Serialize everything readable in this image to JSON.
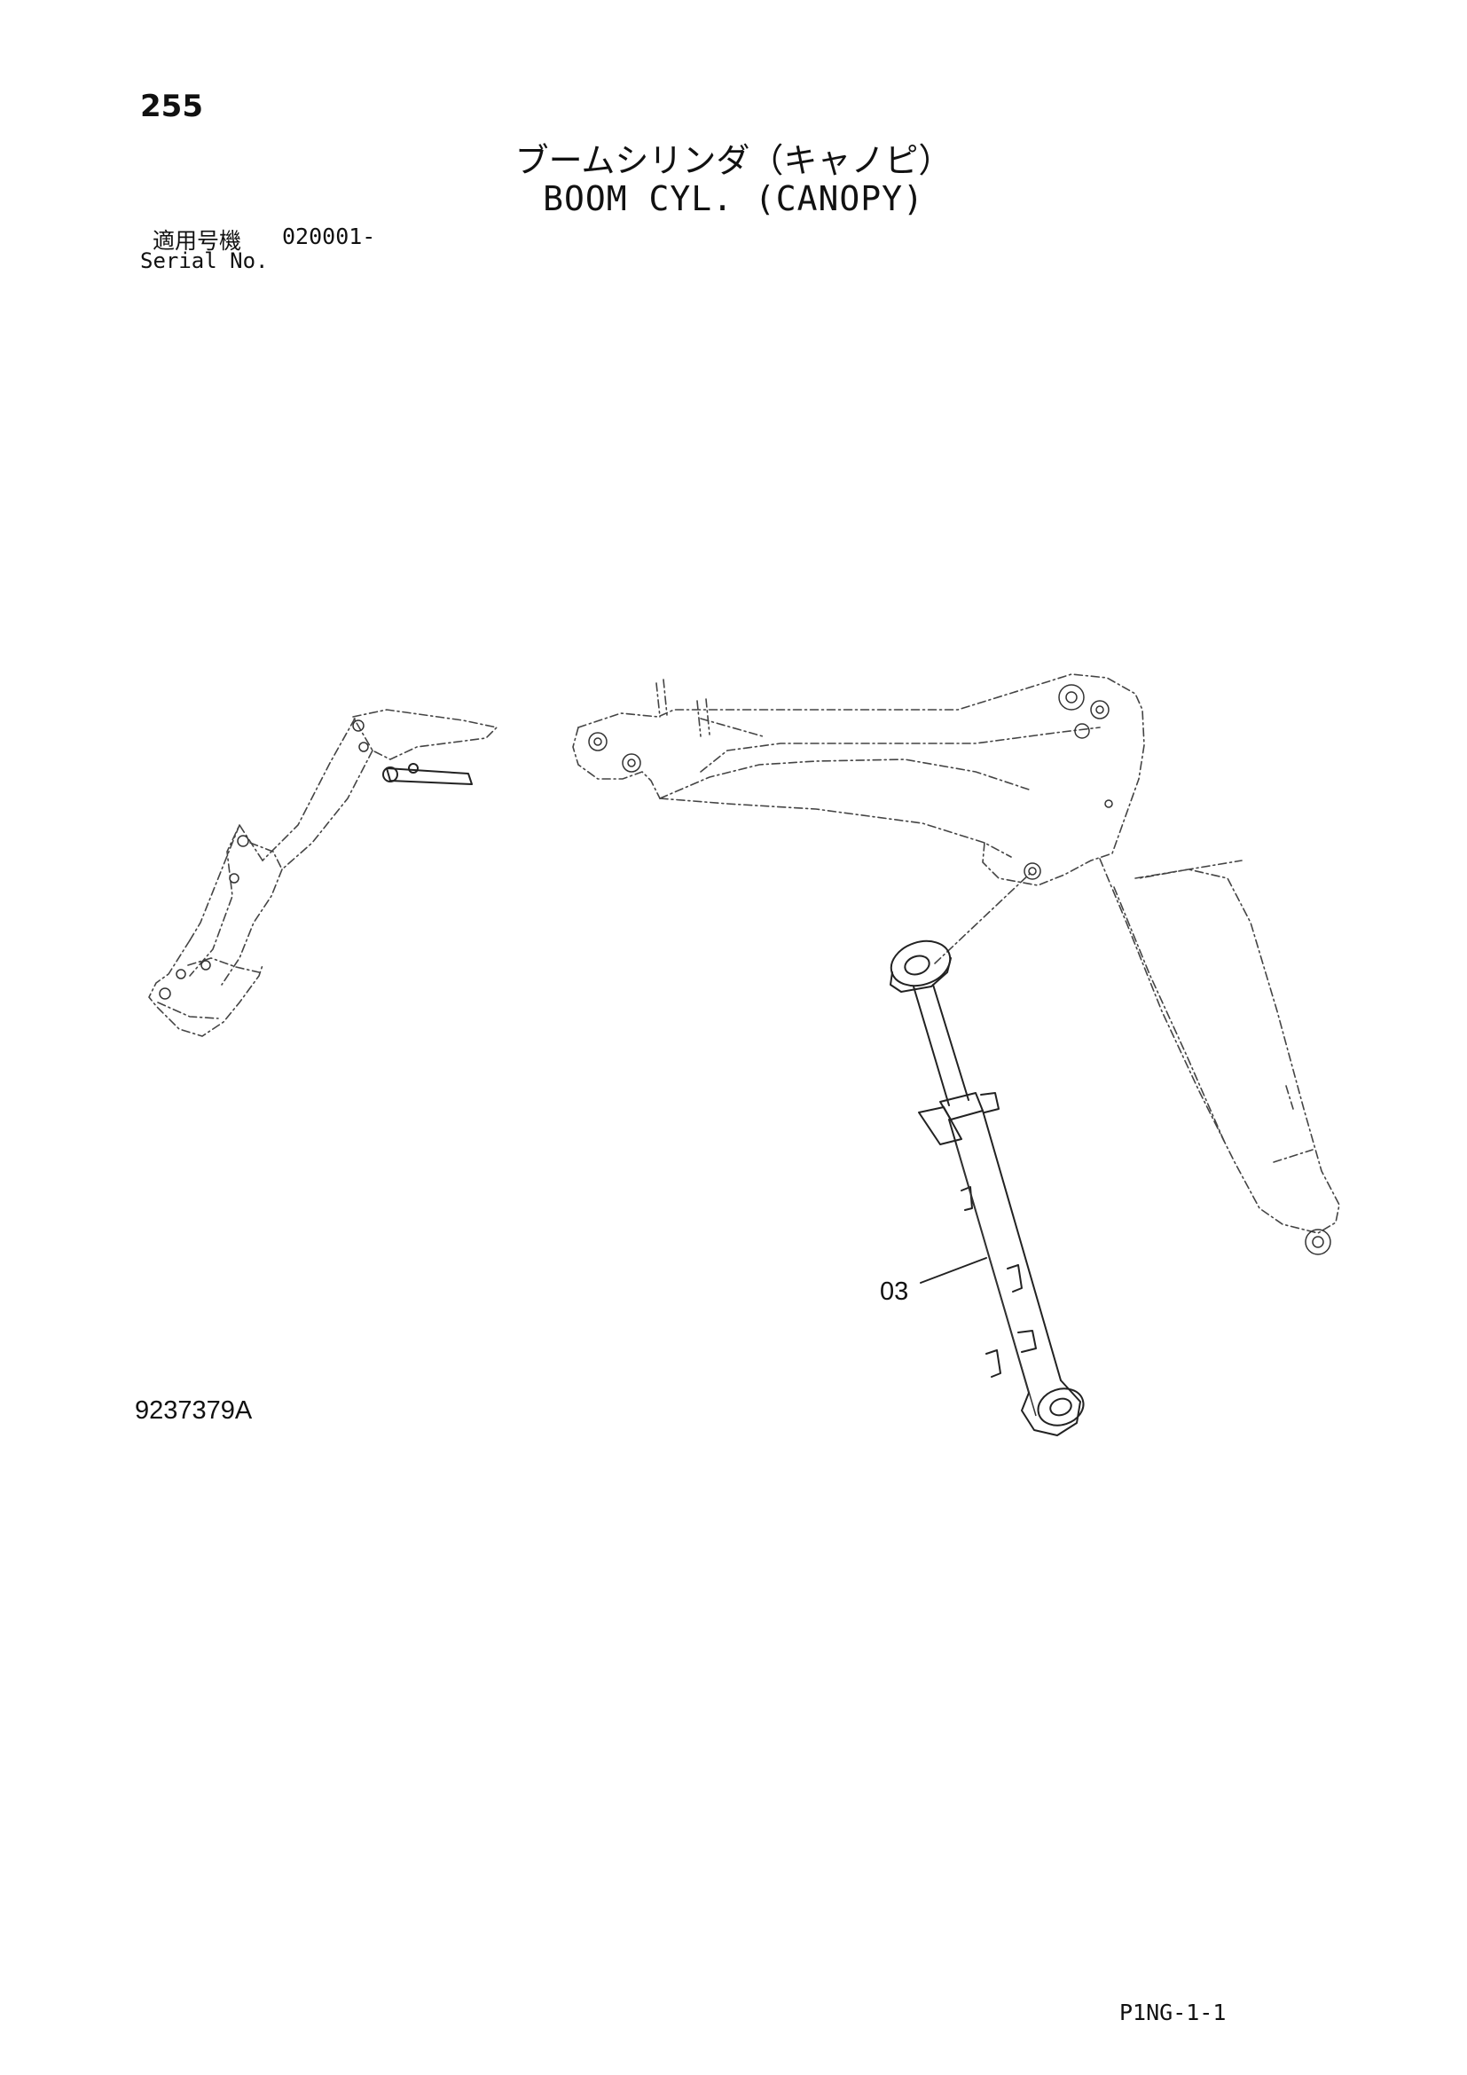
{
  "header": {
    "page_number": "255",
    "title_jp": "ブームシリンダ（キャノピ）",
    "title_en": "BOOM CYL. (CANOPY)"
  },
  "serial": {
    "label_jp": "適用号機",
    "label_en": "Serial No.",
    "value": "020001-"
  },
  "diagram": {
    "callouts": [
      {
        "label": "03"
      }
    ]
  },
  "footer": {
    "drawing_number": "9237379A",
    "page_code": "P1NG-1-1"
  }
}
